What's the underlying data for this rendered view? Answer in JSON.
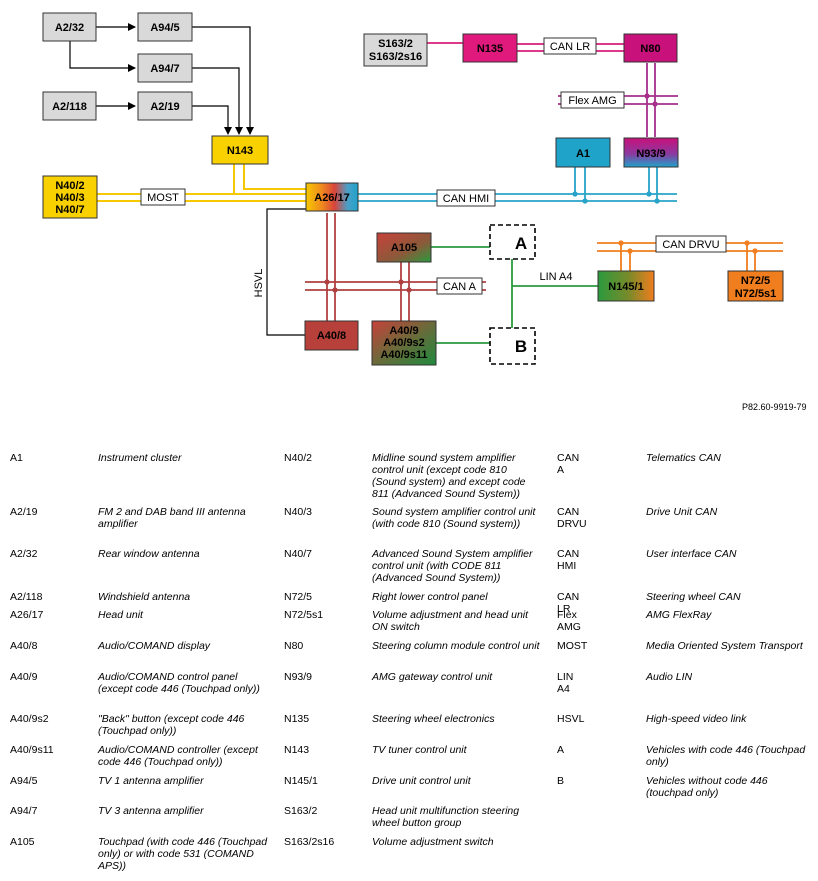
{
  "diagram": {
    "nodes": {
      "A2_32": "A2/32",
      "A94_5": "A94/5",
      "A94_7": "A94/7",
      "A2_118": "A2/118",
      "A2_19": "A2/19",
      "N143": "N143",
      "N40": [
        "N40/2",
        "N40/3",
        "N40/7"
      ],
      "A26_17": "A26/17",
      "S163": [
        "S163/2",
        "S163/2s16"
      ],
      "N135": "N135",
      "N80": "N80",
      "A1": "A1",
      "N93_9": "N93/9",
      "A105": "A105",
      "A40_8": "A40/8",
      "A40_9": [
        "A40/9",
        "A40/9s2",
        "A40/9s11"
      ],
      "N145_1": "N145/1",
      "N72": [
        "N72/5",
        "N72/5s1"
      ],
      "A": "A",
      "B": "B"
    },
    "bus_labels": {
      "most": "MOST",
      "can_hmi": "CAN HMI",
      "can_lr": "CAN LR",
      "flex_amg": "Flex AMG",
      "can_drvu": "CAN DRVU",
      "can_a": "CAN A",
      "lin_a4": "LIN A4",
      "hsvl": "HSVL"
    },
    "colors": {
      "most": "#f5c800",
      "can_hmi": "#27a3c9",
      "can_lr": "#d81b7a",
      "flex_amg": "#a62f8c",
      "can_a": "#b04040",
      "can_drvu": "#f07d1e",
      "lin_a4": "#2a9a3e",
      "gray_box": "#d9d9d9",
      "n143": "#f9d000",
      "n135": "#e0197d",
      "n80": "#c8117a",
      "a1": "#1fa3c9"
    }
  },
  "reference": "P82.60-9919-79",
  "legend": [
    [
      "A1",
      "Instrument cluster"
    ],
    [
      "A2/19",
      "FM 2 and DAB band III antenna amplifier"
    ],
    [
      "A2/32",
      "Rear window antenna"
    ],
    [
      "A2/118",
      "Windshield antenna"
    ],
    [
      "A26/17",
      "Head unit"
    ],
    [
      "A40/8",
      "Audio/COMAND display"
    ],
    [
      "A40/9",
      "Audio/COMAND control panel (except code 446 (Touchpad only))"
    ],
    [
      "A40/9s2",
      "\"Back\" button (except code 446 (Touchpad only))"
    ],
    [
      "A40/9s11",
      "Audio/COMAND controller (except code 446 (Touchpad only))"
    ],
    [
      "A94/5",
      "TV 1 antenna amplifier"
    ],
    [
      "A94/7",
      "TV 3 antenna amplifier"
    ],
    [
      "A105",
      "Touchpad (with code 446 (Touchpad only) or with code 531 (COMAND APS))"
    ],
    [
      "N40/2",
      "Midline sound system amplifier control unit (except code 810 (Sound system) and except code 811 (Advanced Sound System))"
    ],
    [
      "N40/3",
      "Sound system amplifier control unit (with code 810 (Sound system))"
    ],
    [
      "N40/7",
      "Advanced Sound System amplifier control unit (with CODE 811 (Advanced Sound System))"
    ],
    [
      "N72/5",
      "Right lower control panel"
    ],
    [
      "N72/5s1",
      "Volume adjustment and head unit ON switch"
    ],
    [
      "N80",
      "Steering column module control unit"
    ],
    [
      "N93/9",
      "AMG gateway control unit"
    ],
    [
      "N135",
      "Steering wheel electronics"
    ],
    [
      "N143",
      "TV tuner control unit"
    ],
    [
      "N145/1",
      "Drive unit control unit"
    ],
    [
      "S163/2",
      "Head unit multifunction steering wheel button group"
    ],
    [
      "S163/2s16",
      "Volume adjustment switch"
    ],
    [
      "CAN A",
      "Telematics CAN"
    ],
    [
      "CAN DRVU",
      "Drive Unit CAN"
    ],
    [
      "CAN HMI",
      "User interface CAN"
    ],
    [
      "CAN LR",
      "Steering wheel CAN"
    ],
    [
      "Flex AMG",
      "AMG FlexRay"
    ],
    [
      "MOST",
      "Media Oriented System Transport"
    ],
    [
      "LIN A4",
      "Audio LIN"
    ],
    [
      "HSVL",
      "High-speed video link"
    ],
    [
      "A",
      "Vehicles with code 446 (Touchpad only)"
    ],
    [
      "B",
      "Vehicles without code 446 (touchpad only)"
    ]
  ]
}
